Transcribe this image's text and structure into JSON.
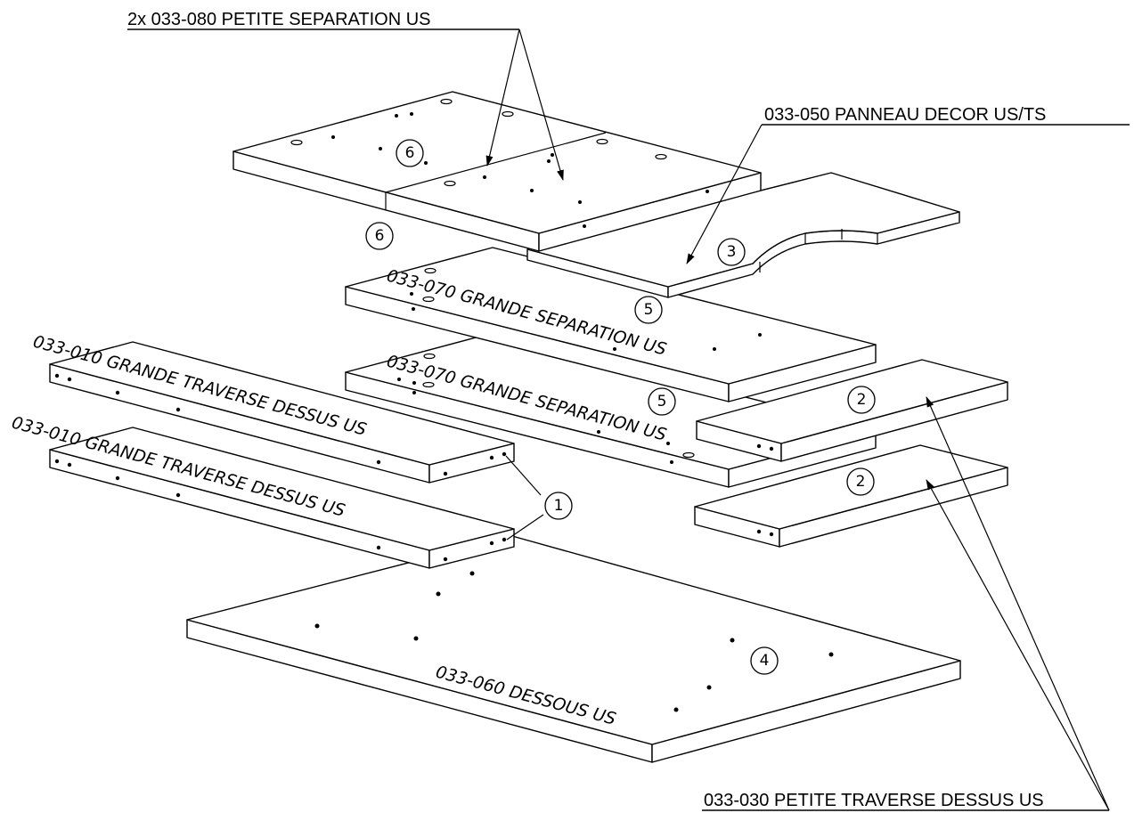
{
  "callouts": {
    "separation_petite": "2x 033-080 PETITE SEPARATION US",
    "panneau_decor": "033-050 PANNEAU DECOR US/TS",
    "traverse_petite": "033-030 PETITE TRAVERSE DESSUS US"
  },
  "part_labels": {
    "grande_separation_1": "033-070 GRANDE SEPARATION US",
    "grande_separation_2": "033-070 GRANDE SEPARATION US",
    "grande_traverse_1": "033-010 GRANDE TRAVERSE DESSUS US",
    "grande_traverse_2": "033-010 GRANDE TRAVERSE DESSUS US",
    "dessous": "033-060 DESSOUS US"
  },
  "balloons": {
    "b1": "1",
    "b2a": "2",
    "b2b": "2",
    "b3": "3",
    "b4": "4",
    "b5a": "5",
    "b5b": "5",
    "b6a": "6",
    "b6b": "6"
  }
}
